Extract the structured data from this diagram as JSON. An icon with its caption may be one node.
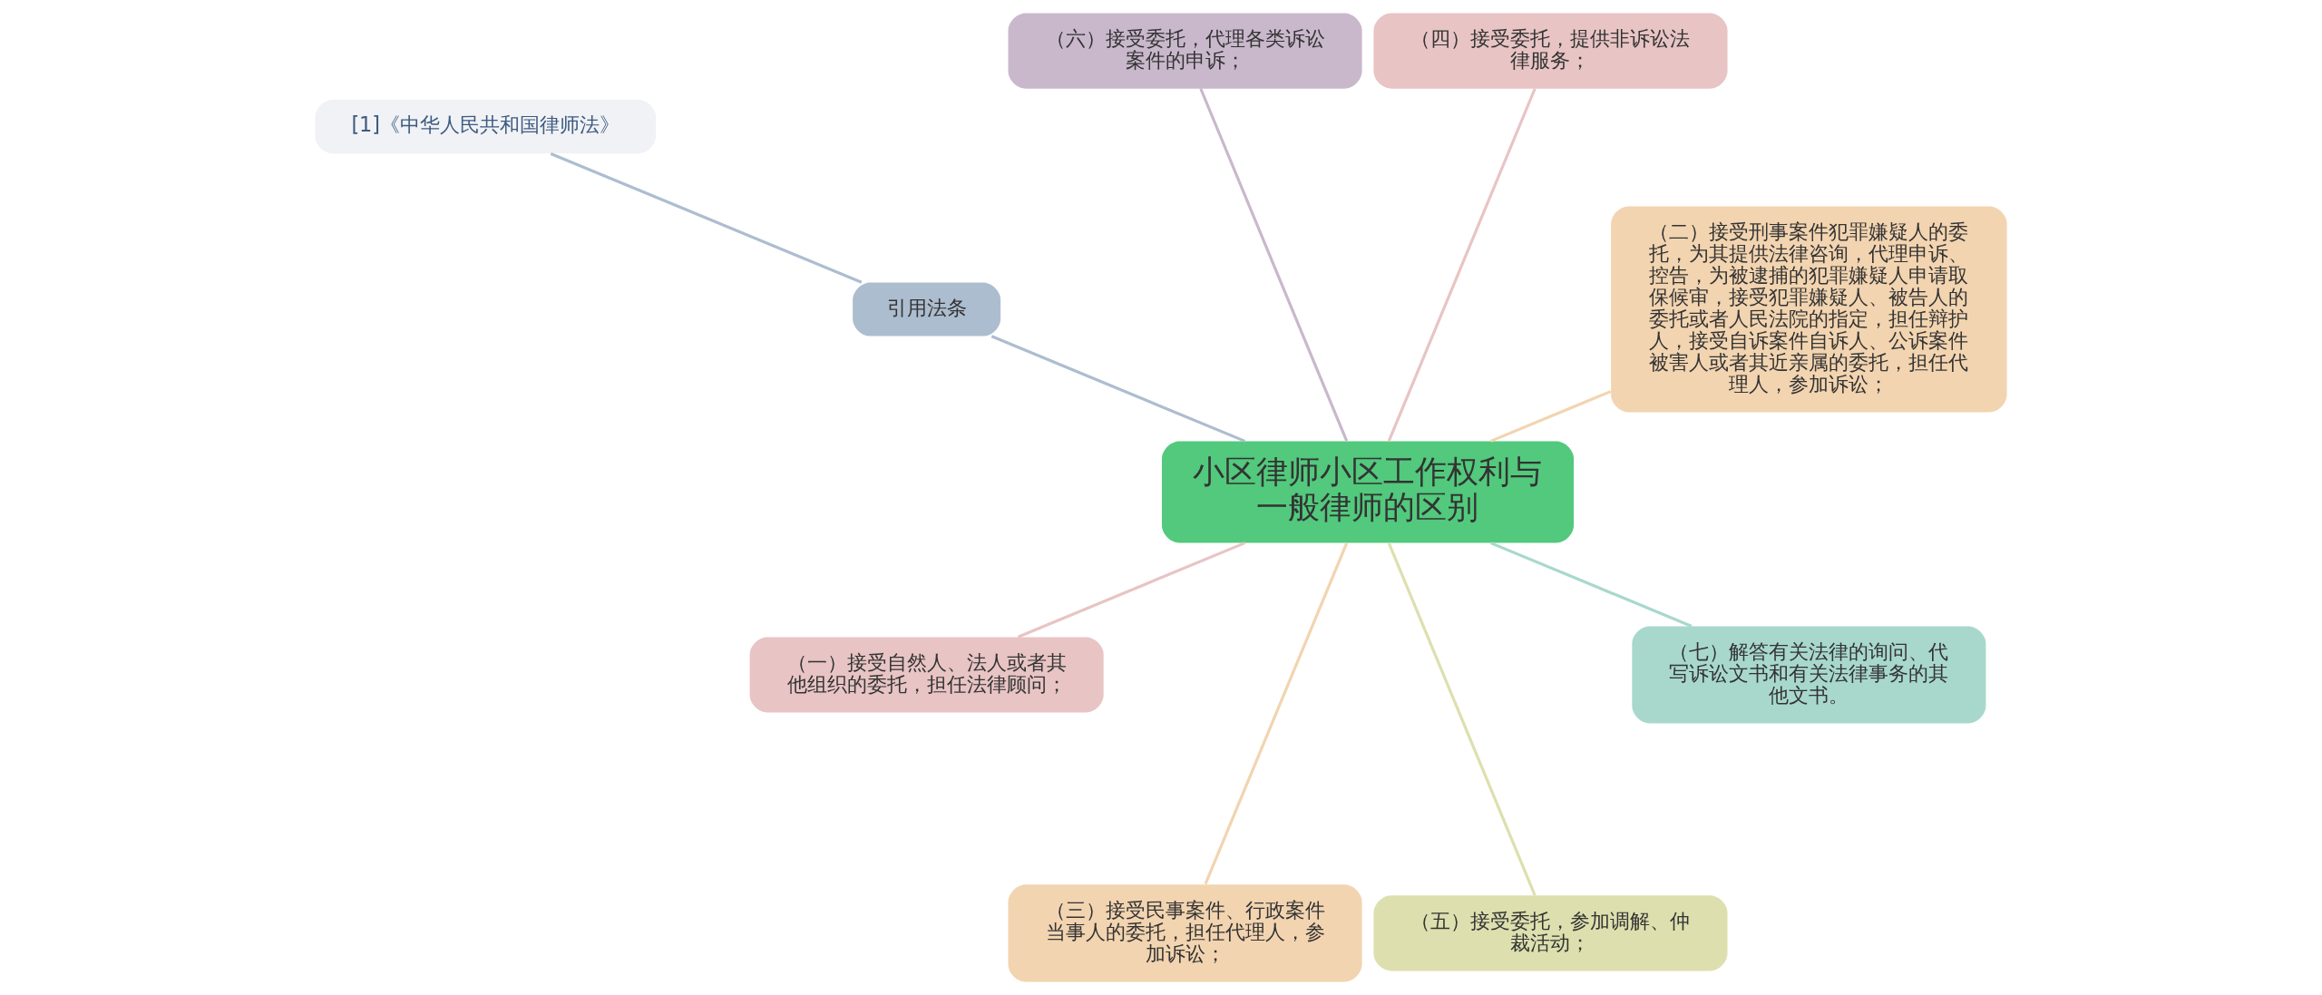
{
  "diagram": {
    "nodes": [
      {
        "text": [
          "小区律师小区工作权利与一般律师的区别"
        ]
      },
      {
        "text": [
          "（二）接受刑事案件犯罪嫌疑人的委托，为其提供法律咨询，代理申诉、控告，为被逮捕的犯罪嫌疑人申请取保候审，接受犯罪嫌疑人、被告人的委托或者人民法院的指定，担任辩护人，接受自诉案件自诉人、公诉案件被害人或者其近亲属的委托，担任代理人，参加诉讼；"
        ]
      },
      {
        "text": [
          "（四）接受委托，提供非诉讼法律服务；"
        ]
      },
      {
        "text": [
          "（六）接受委托，代理各类诉讼案件的申诉；"
        ]
      },
      {
        "text": [
          "引用法条"
        ]
      },
      {
        "text": [
          "[1]《中华人民共和国律师法》"
        ]
      },
      {
        "text": [
          "（一）接受自然人、法人或者其他组织的委托，担任法律顾问；"
        ]
      },
      {
        "text": [
          "（三）接受民事案件、行政案件当事人的委托，担任代理人，参加诉讼；"
        ]
      },
      {
        "text": [
          "（五）接受委托，参加调解、仲裁活动；"
        ]
      },
      {
        "text": [
          "（七）解答有关法律的询问、代写诉讼文书和有关法律事务的其他文书。"
        ]
      }
    ],
    "edges": [
      {
        "from": 0,
        "to": 1,
        "arrow": "none",
        "color": "#f2d4b0"
      },
      {
        "from": 0,
        "to": 2,
        "arrow": "none",
        "color": "#e8c4c4"
      },
      {
        "from": 0,
        "to": 3,
        "arrow": "none",
        "color": "#c9b8cc"
      },
      {
        "from": 0,
        "to": 4,
        "arrow": "none",
        "color": "#adbdd0"
      },
      {
        "from": 4,
        "to": 5,
        "arrow": "none",
        "color": "#adbdd0"
      },
      {
        "from": 0,
        "to": 6,
        "arrow": "none",
        "color": "#e8c4c4"
      },
      {
        "from": 0,
        "to": 7,
        "arrow": "none",
        "color": "#f2d4b0"
      },
      {
        "from": 0,
        "to": 8,
        "arrow": "none",
        "color": "#dde0ae"
      },
      {
        "from": 0,
        "to": 9,
        "arrow": "none",
        "color": "#a8d8cc"
      }
    ]
  }
}
